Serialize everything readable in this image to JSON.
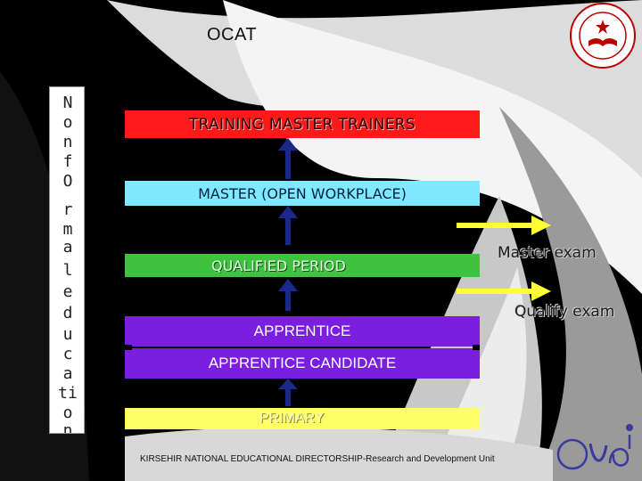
{
  "title": "OCAT",
  "vertical_text": [
    "N",
    "o",
    "n",
    "f",
    "O",
    "r",
    "m",
    "a",
    "l",
    "e",
    "d",
    "u",
    "c",
    "a",
    "ti",
    "o",
    "n"
  ],
  "levels": {
    "training_master_trainers": "TRAINING MASTER TRAINERS",
    "master_open_workplace": "MASTER (OPEN WORKPLACE)",
    "qualified_period": "QUALIFIED PERIOD",
    "apprentice": "APPRENTICE",
    "apprentice_candidate": "APPRENTICE CANDIDATE",
    "primary": "PRIMARY"
  },
  "exams": {
    "master_exam": "Master exam",
    "qualify_exam": "Qualify exam"
  },
  "footer": "KIRSEHIR NATIONAL EDUCATIONAL DIRECTORSHIP-Research and Development Unit",
  "colors": {
    "red": "#ff1a1a",
    "cyan": "#7fe9ff",
    "green": "#3fc23f",
    "purple": "#7a1ee0",
    "yellow": "#ffff66",
    "arrow_blue": "#1a2a8c",
    "arrow_yellow": "#ffff33"
  },
  "icons": {
    "seal": "ministry-seal-icon",
    "brand": "brand-logo-icon"
  }
}
